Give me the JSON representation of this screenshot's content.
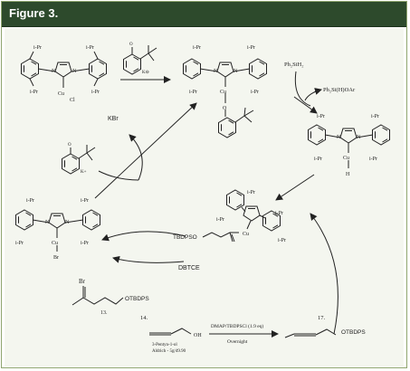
{
  "figure": {
    "title": "Figure 3."
  },
  "labels": {
    "ipr": "i-Pr",
    "cu": "Cu",
    "cl": "Cl",
    "br": "Br",
    "h": "H",
    "o": "O",
    "n": "N",
    "plus": "+",
    "oh": "OH",
    "k_plus": "K+",
    "k_minus": "K⊖",
    "kbr": "KBr",
    "silane": "Ph₂SiH₂",
    "silane_product": "Ph₂Si(H)OAr",
    "dbtce": "DBTCE",
    "tbdpso": "TBDPSO",
    "otbdps": "OTBDPS",
    "compound_13": "13.",
    "compound_14": "14.",
    "compound_17": "17.",
    "reagent_conditions": "DMAP/TBDPSCl (1.9 eq)",
    "reagent_time": "Overnight",
    "start_name": "3-Pentyn-1-ol",
    "start_source": "Aldrich - 5g/49.90"
  },
  "colors": {
    "header_bg": "#2d4a2c",
    "frame_border": "#8fa56f",
    "panel_bg": "#f4f6ef",
    "ink": "#222222"
  }
}
